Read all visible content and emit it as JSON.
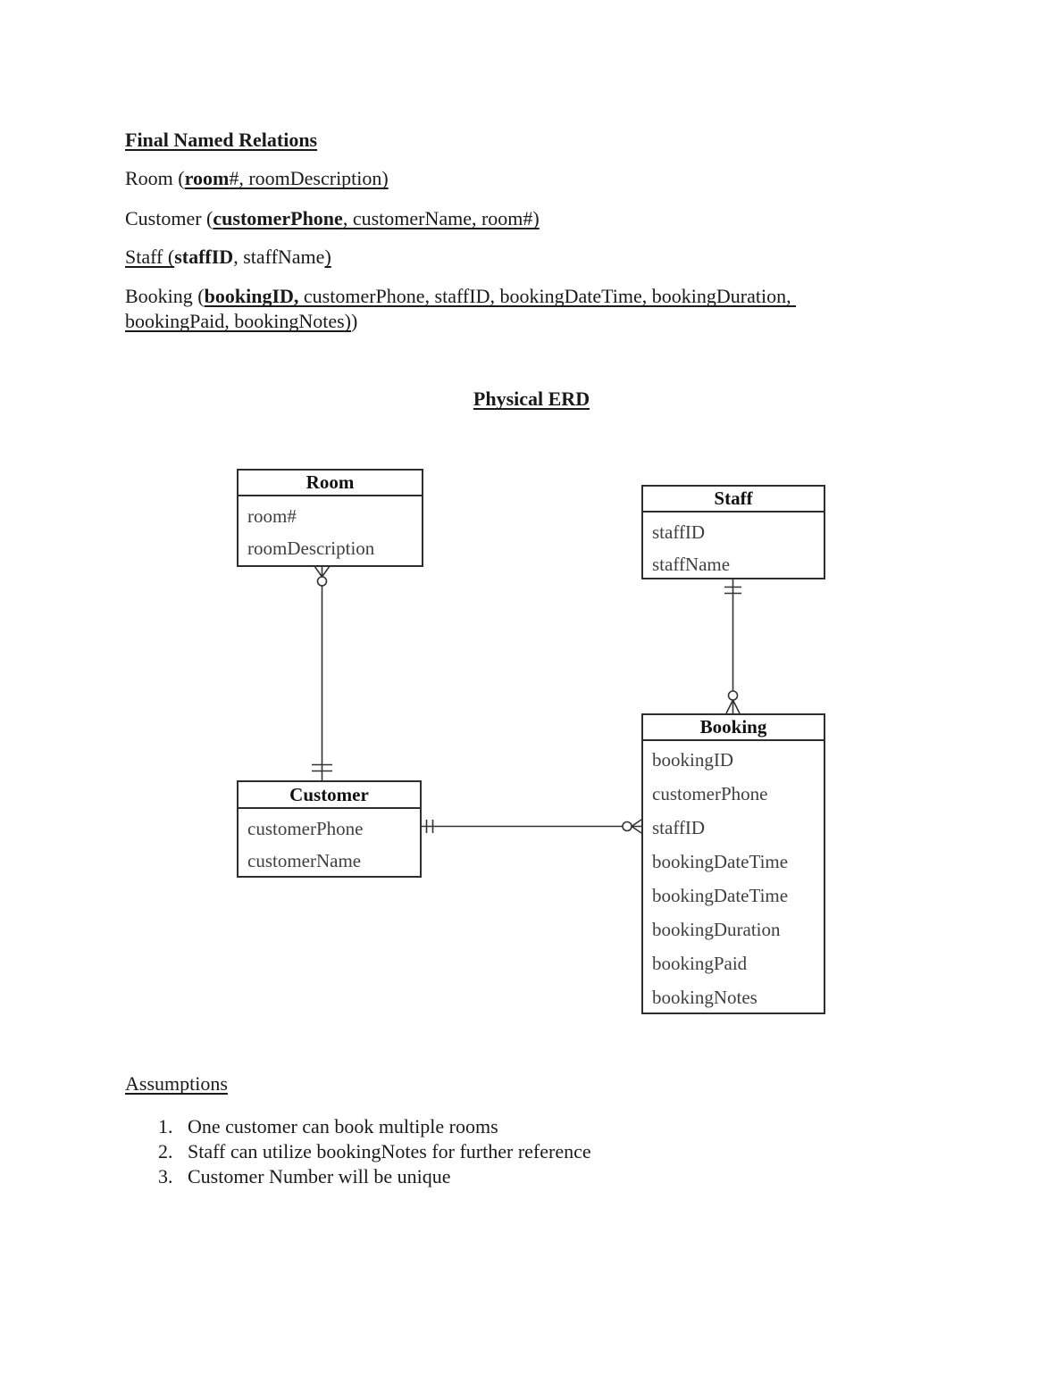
{
  "document": {
    "heading": "Final Named Relations",
    "relations": {
      "room": {
        "label": "Room (",
        "pk": "room",
        "rest": "#, roomDescription)"
      },
      "customer": {
        "label": "Customer (",
        "pk": "customerPhone",
        "rest": ", customerName, room#)"
      },
      "staff": {
        "label": "Staff (",
        "pk": "staffID",
        "rest": ", staffName",
        "close": ")"
      },
      "booking": {
        "label": "Booking (",
        "pk": "bookingID,",
        "rest_line1": " customerPhone, staffID, bookingDateTime, bookingDuration, ",
        "rest_line2": "bookingPaid, bookingNotes",
        "close_underlined": ")",
        "close": ")"
      }
    },
    "erd_title": "Physical ERD",
    "assumptions": {
      "heading": "Assumptions",
      "markers": [
        "1.",
        "2.",
        "3."
      ],
      "items": [
        "One customer can book multiple rooms",
        "Staff can utilize bookingNotes for further reference",
        "Customer Number will be unique"
      ]
    }
  },
  "erd": {
    "entities": [
      {
        "name": "Room",
        "attributes": [
          "room#",
          "roomDescription"
        ]
      },
      {
        "name": "Staff",
        "attributes": [
          "staffID",
          "staffName"
        ]
      },
      {
        "name": "Customer",
        "attributes": [
          "customerPhone",
          "customerName"
        ]
      },
      {
        "name": "Booking",
        "attributes": [
          "bookingID",
          "customerPhone",
          "staffID",
          "bookingDateTime",
          "bookingDateTime",
          "bookingDuration",
          "bookingPaid",
          "bookingNotes"
        ]
      }
    ],
    "relationships": [
      {
        "from": "Room",
        "to": "Customer",
        "from_end": "zero-or-many",
        "to_end": "one-and-only-one"
      },
      {
        "from": "Staff",
        "to": "Booking",
        "from_end": "one-and-only-one",
        "to_end": "zero-or-many"
      },
      {
        "from": "Customer",
        "to": "Booking",
        "from_end": "one-and-only-one",
        "to_end": "zero-or-many"
      }
    ],
    "colors": {
      "stroke": "#333333",
      "attr_text": "#3f3f3f",
      "background": "#ffffff"
    }
  }
}
